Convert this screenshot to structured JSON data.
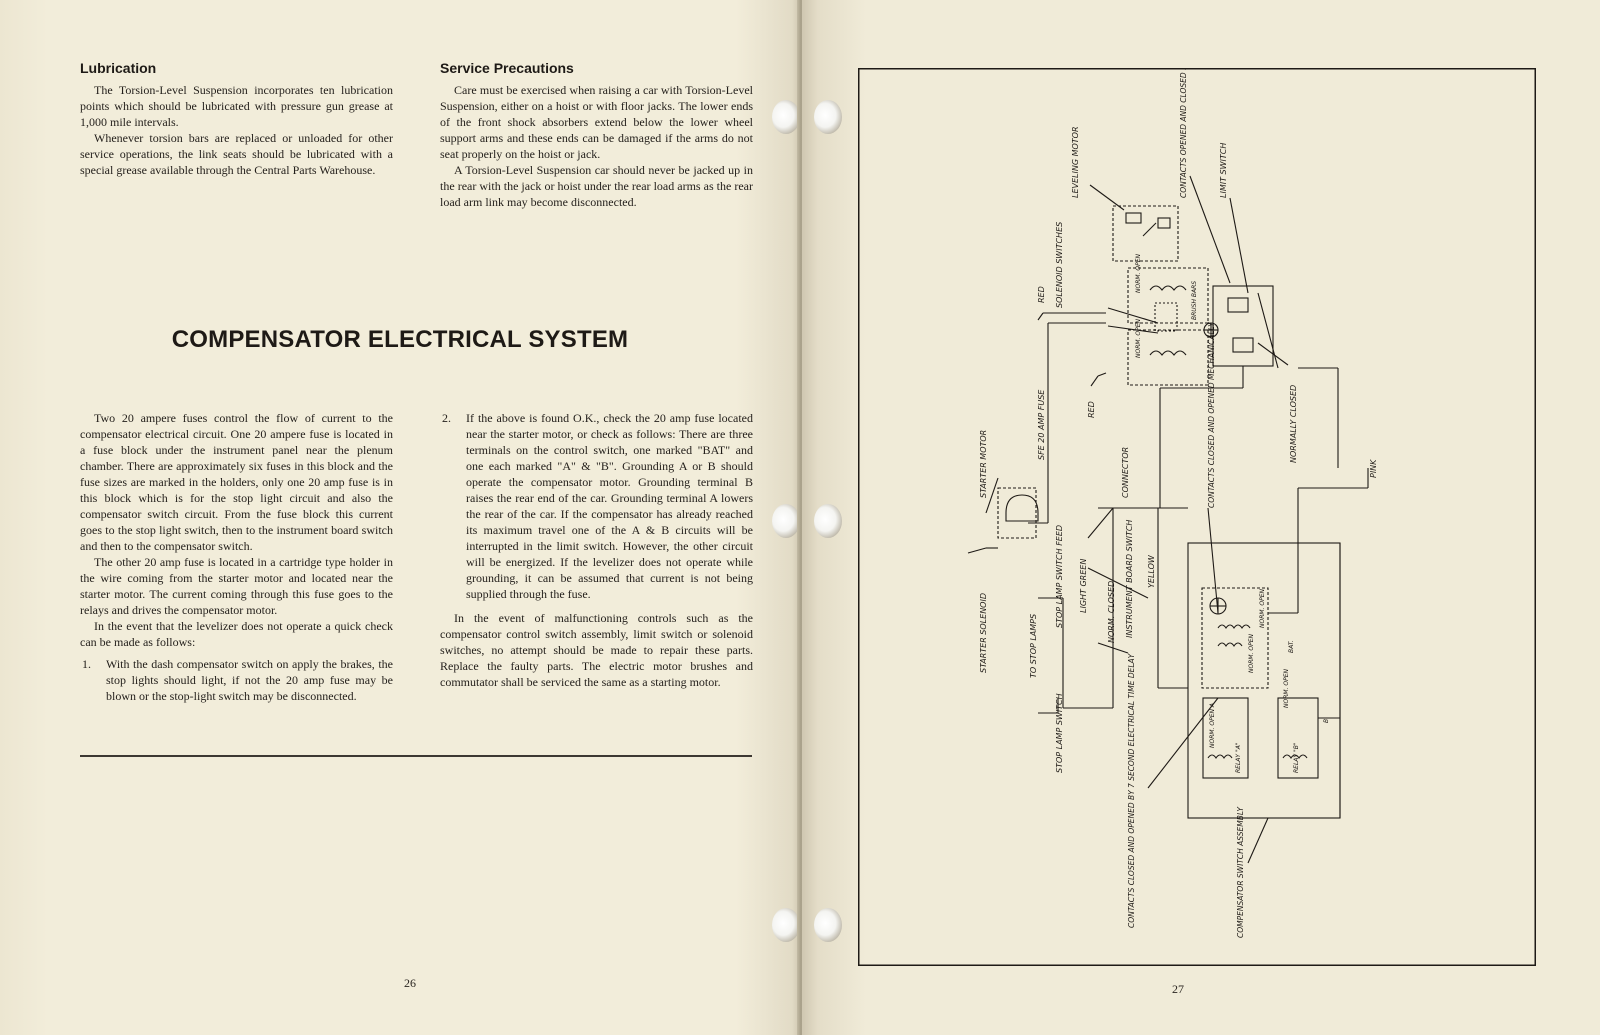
{
  "left_page": {
    "lubrication": {
      "heading": "Lubrication",
      "paragraphs": [
        "The Torsion-Level Suspension incorporates ten lubrication points which should be lubricated with pressure gun grease at 1,000 mile intervals.",
        "Whenever torsion bars are replaced or unloaded for other service operations, the link seats should be lubricated with a special grease available through the Central Parts Warehouse."
      ]
    },
    "service_precautions": {
      "heading": "Service Precautions",
      "paragraphs": [
        "Care must be exercised when raising a car with Torsion-Level Suspension, either on a hoist or with floor jacks. The lower ends of the front shock absorbers extend below the lower wheel support arms and these ends can be damaged if the arms do not seat properly on the hoist or jack.",
        "A Torsion-Level Suspension car should never be jacked up in the rear with the jack or hoist under the rear load arms as the rear load arm link may become disconnected."
      ]
    },
    "section_title": "COMPENSATOR ELECTRICAL SYSTEM",
    "column1": {
      "paragraphs": [
        "Two 20 ampere fuses control the flow of current to the compensator electrical circuit. One 20 ampere fuse is located in a fuse block under the instrument panel near the plenum chamber. There are approximately six fuses in this block and the fuse sizes are marked in the holders, only one 20 amp fuse is in this block which is for the stop light circuit and also the compensator switch circuit. From the fuse block this current goes to the stop light switch, then to the instrument board switch and then to the compensator switch.",
        "The other 20 amp fuse is located in a cartridge type holder in the wire coming from the starter motor and located near the starter motor. The current coming through this fuse goes to the relays and drives the compensator motor.",
        "In the event that the levelizer does not operate a quick check can be made as follows:"
      ],
      "list_item_1_num": "1.",
      "list_item_1": "With the dash compensator switch on apply the brakes, the stop lights should light, if not the 20 amp fuse may be blown or the stop-light switch may be disconnected."
    },
    "column2": {
      "list_item_2_num": "2.",
      "list_item_2": "If the above is found O.K., check the 20 amp fuse located near the starter motor, or check as follows: There are three terminals on the control switch, one marked \"BAT\" and one each marked \"A\" & \"B\". Grounding A or B should operate the compensator motor. Grounding terminal B raises the rear end of the car. Grounding terminal A lowers the rear of the car. If the compensator has already reached its maximum travel one of the A & B circuits will be interrupted in the limit switch. However, the other circuit will be energized. If the levelizer does not operate while grounding, it can be assumed that current is not being supplied through the fuse.",
      "paragraph": "In the event of malfunctioning controls such as the compensator control switch assembly, limit switch or solenoid switches, no attempt should be made to repair these parts. Replace the faulty parts. The electric motor brushes and commutator shall be serviced the same as a starting motor."
    },
    "page_number": "26"
  },
  "right_page": {
    "diagram_labels": {
      "starter_motor": "STARTER MOTOR",
      "sfe_fuse": "SFE 20 AMP FUSE",
      "red_top": "RED",
      "red_bottom": "RED",
      "solenoid_switches": "SOLENOID SWITCHES",
      "leveling_motor": "LEVELING MOTOR",
      "contacts_opened": "CONTACTS OPENED AND CLOSED MECHANICALLY",
      "limit_switch": "LIMIT SWITCH",
      "normally_closed": "NORMALLY CLOSED",
      "contacts_closed_mech": "CONTACTS CLOSED AND OPENED MECHANICALLY",
      "connector": "CONNECTOR",
      "pink": "PINK",
      "starter_solenoid": "STARTER SOLENOID",
      "to_stop_lamps": "TO STOP LAMPS",
      "stop_lamp_switch_feed": "STOP LAMP SWITCH FEED",
      "light_green": "LIGHT GREEN",
      "norm_closed": "NORM. CLOSED",
      "instrument_board_switch": "INSTRUMENT BOARD SWITCH",
      "yellow": "YELLOW",
      "stop_lamp_switch": "STOP LAMP SWITCH",
      "contacts_time_delay": "CONTACTS CLOSED AND OPENED BY 7 SECOND ELECTRICAL TIME DELAY",
      "compensator_switch_assembly": "COMPENSATOR SWITCH ASSEMBLY",
      "norm_open": "NORM. OPEN",
      "norm_open_a": "NORM. OPEN A",
      "bat": "BAT.",
      "b": "B",
      "relay_a": "RELAY \"A\"",
      "relay_b": "RELAY \"B\"",
      "brush_bars": "BRUSH BARS",
      "norm_open_small": "NORM. OPEN",
      "norm_open_1": "NORM. OPEN",
      "norm_open_2": "NORM. OPEN",
      "norm_open_3": "NORM. OPEN"
    },
    "page_number": "27"
  }
}
